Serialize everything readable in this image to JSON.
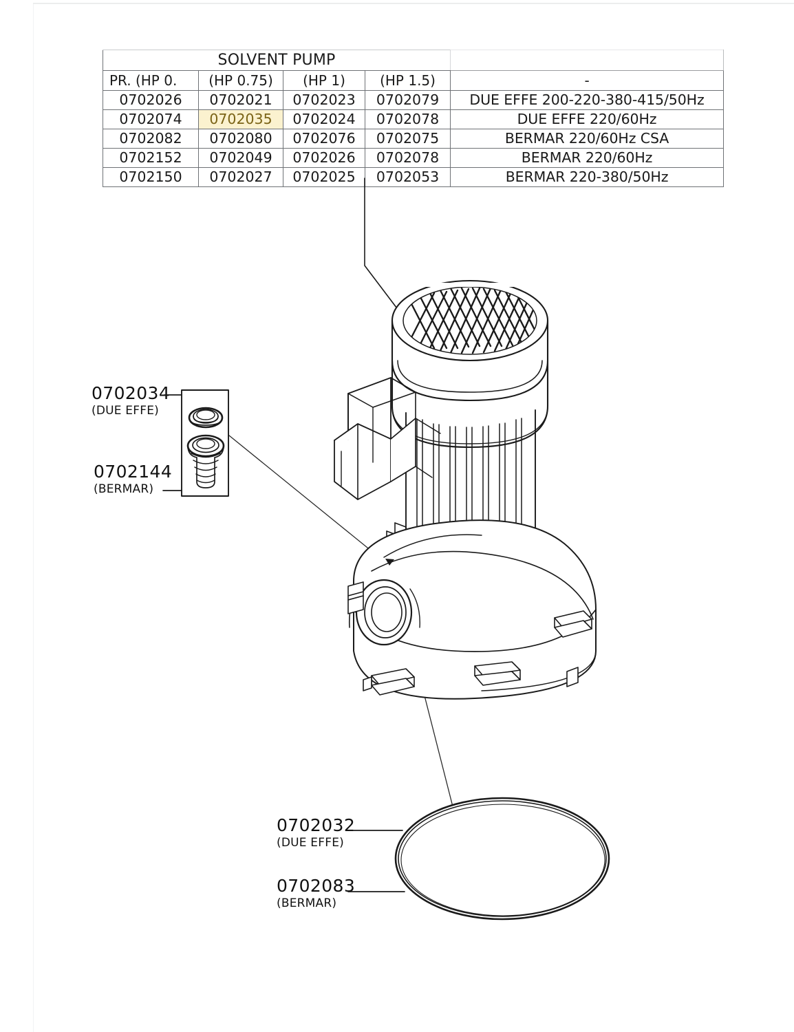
{
  "document": {
    "kind": "exploded-parts-diagram",
    "subject": "Solvent pump assembly"
  },
  "table": {
    "title": "SOLVENT PUMP",
    "title_spare": "",
    "headers": [
      "PR. (HP 0.",
      "(HP 0.75)",
      "(HP 1)",
      "(HP 1.5)",
      "-"
    ],
    "rows": [
      {
        "cells": [
          "0702026",
          "0702021",
          "0702023",
          "0702079"
        ],
        "description": "DUE EFFE 200-220-380-415/50Hz",
        "highlight_index": -1
      },
      {
        "cells": [
          "0702074",
          "0702035",
          "0702024",
          "0702078"
        ],
        "description": "DUE EFFE 220/60Hz",
        "highlight_index": 1
      },
      {
        "cells": [
          "0702082",
          "0702080",
          "0702076",
          "0702075"
        ],
        "description": "BERMAR 220/60Hz CSA",
        "highlight_index": -1
      },
      {
        "cells": [
          "0702152",
          "0702049",
          "0702026",
          "0702078"
        ],
        "description": "BERMAR 220/60Hz",
        "highlight_index": -1
      },
      {
        "cells": [
          "0702150",
          "0702027",
          "0702025",
          "0702053"
        ],
        "description": "BERMAR 220-380/50Hz",
        "highlight_index": -1
      }
    ],
    "highlight_color": "#fbf2cf",
    "highlight_text_color": "#7a6316",
    "border_color": "#6e7175"
  },
  "callouts": [
    {
      "id": "0702034",
      "number": "0702034",
      "brand": "(DUE EFFE)",
      "target": "mechanical-seal-detail-box"
    },
    {
      "id": "0702144",
      "number": "0702144",
      "brand": "(BERMAR)",
      "target": "mechanical-seal-detail-box"
    },
    {
      "id": "0702032",
      "number": "0702032",
      "brand": "(DUE EFFE)",
      "target": "o-ring-gasket"
    },
    {
      "id": "0702083",
      "number": "0702083",
      "brand": "(BERMAR)",
      "target": "o-ring-gasket"
    }
  ],
  "drawing": {
    "parts": [
      "motor-fan-cover-grille",
      "motor-housing",
      "cooling-fins",
      "terminal-box",
      "pump-volute-body",
      "suction-flange-port",
      "clamp-lugs",
      "mechanical-seal-assembly",
      "o-ring-gasket"
    ],
    "line_color": "#1a1a1a",
    "background": "#ffffff"
  }
}
